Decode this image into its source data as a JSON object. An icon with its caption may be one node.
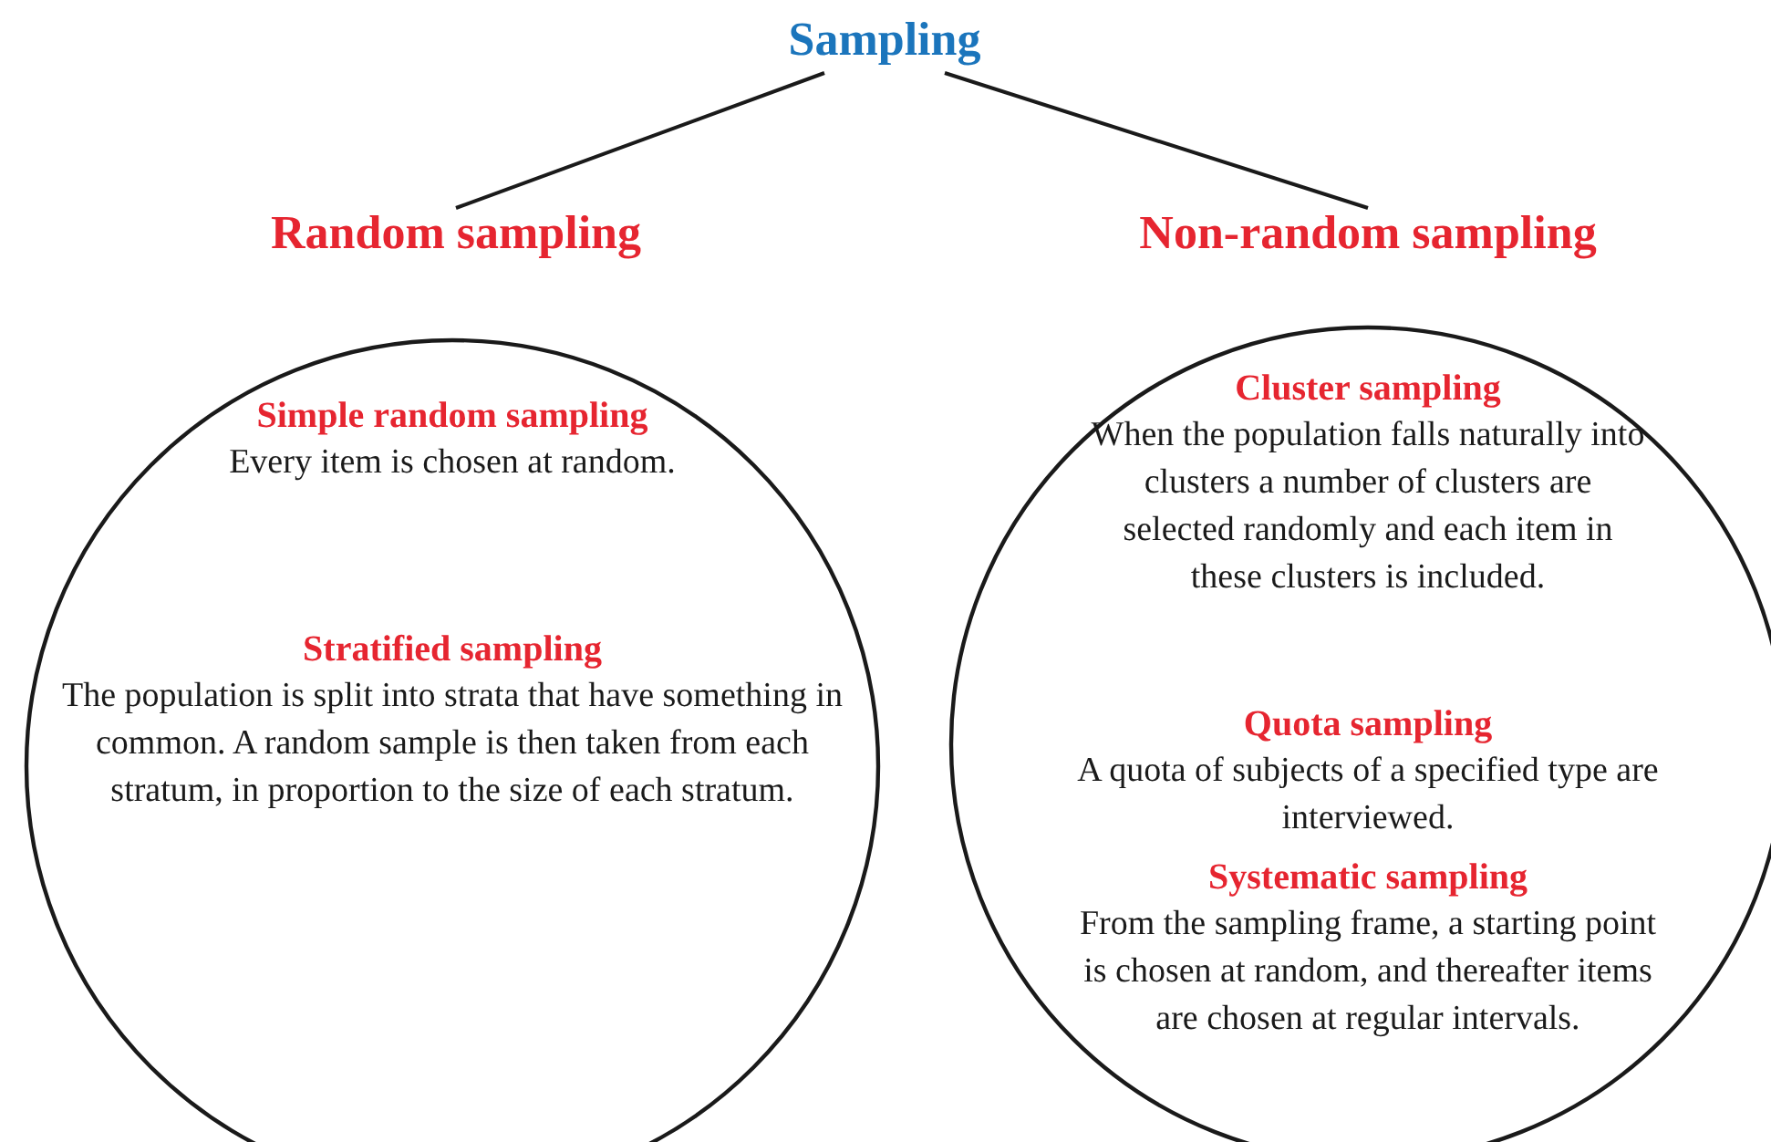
{
  "diagram": {
    "nodes": [
      {
        "text": [
          "Sampling"
        ]
      },
      {
        "text": [
          "Random sampling"
        ]
      },
      {
        "text": [
          "Non-random sampling"
        ]
      },
      {
        "text": [],
        "shape": "circle"
      },
      {
        "text": [
          "Simple random sampling",
          "Every item is chosen at random."
        ],
        "in": 3
      },
      {
        "text": [
          "Stratified sampling",
          "The population is split into strata that have something in common. A random sample is then taken from each stratum, in proportion to the size of each stratum."
        ],
        "in": 3
      },
      {
        "text": [],
        "shape": "circle"
      },
      {
        "text": [
          "Cluster sampling",
          "When the population falls naturally into clusters a number of clusters are selected randomly and each item in these clusters is included."
        ],
        "in": 6
      },
      {
        "text": [
          "Quota sampling",
          "A quota of subjects of a specified type are interviewed."
        ],
        "in": 6
      },
      {
        "text": [
          "Systematic sampling",
          "From the sampling frame, a starting point is chosen at random, and thereafter items are chosen at regular intervals."
        ],
        "in": 6
      }
    ],
    "edges": [
      {
        "from": 0,
        "to": 1,
        "arrow": "none"
      },
      {
        "from": 0,
        "to": 2,
        "arrow": "none"
      }
    ]
  }
}
